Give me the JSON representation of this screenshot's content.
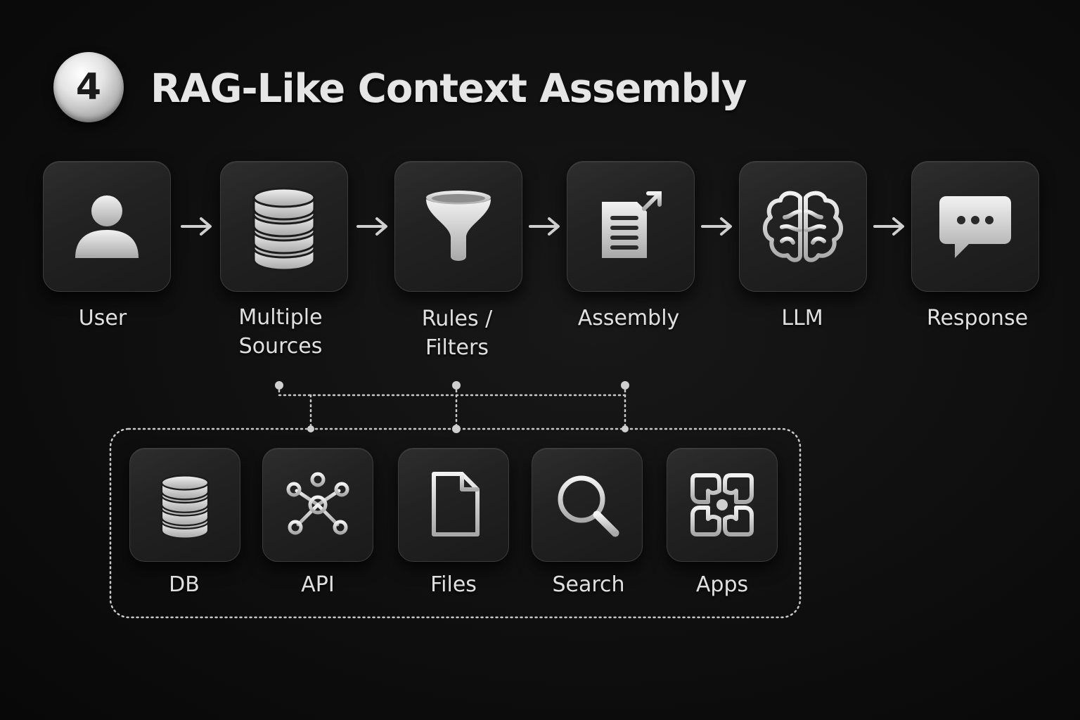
{
  "header": {
    "step_number": "4",
    "title": "RAG-Like Context Assembly"
  },
  "pipeline": [
    {
      "label": "User",
      "icon": "user-icon"
    },
    {
      "label": "Multiple\nSources",
      "icon": "database-icon"
    },
    {
      "label": "Rules /\nFilters",
      "icon": "funnel-icon"
    },
    {
      "label": "Assembly",
      "icon": "document-export-icon"
    },
    {
      "label": "LLM",
      "icon": "brain-icon"
    },
    {
      "label": "Response",
      "icon": "chat-bubble-icon"
    }
  ],
  "sources": [
    {
      "label": "DB",
      "icon": "database-icon"
    },
    {
      "label": "API",
      "icon": "network-nodes-icon"
    },
    {
      "label": "Files",
      "icon": "file-icon"
    },
    {
      "label": "Search",
      "icon": "magnifier-icon"
    },
    {
      "label": "Apps",
      "icon": "apps-grid-icon"
    }
  ],
  "colors": {
    "background": "#0e0e0e",
    "tile": "#222222",
    "icon": "#d6d6d6",
    "text": "#e0e0e0"
  }
}
